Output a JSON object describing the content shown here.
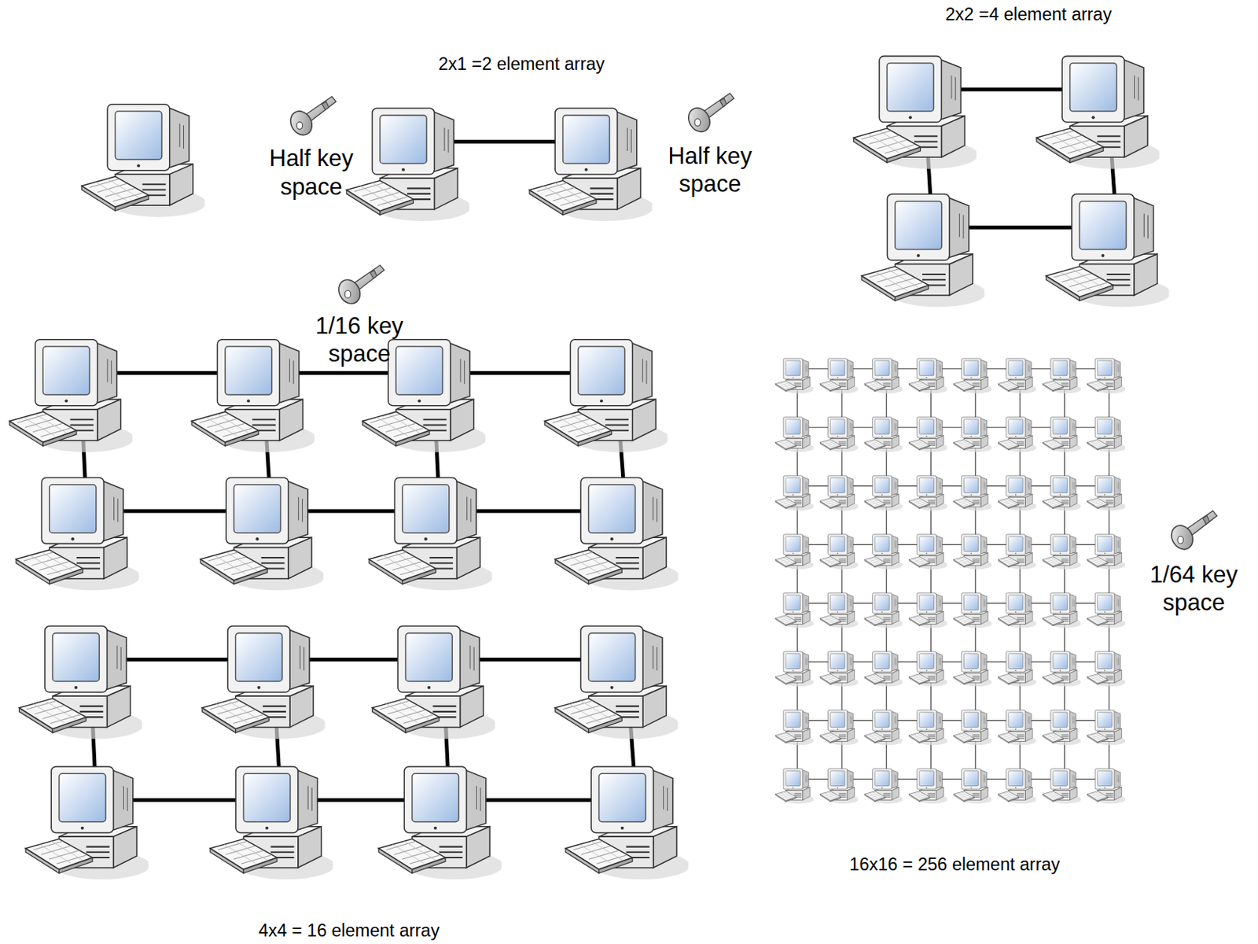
{
  "diagram": {
    "labels": [
      "2x2 =4 element array",
      "2x1 =2 element array",
      "Half key space",
      "Half key space",
      "1/16 key space",
      "1/64 key space",
      "16x16 = 256 element array",
      "4x4 = 16 element array"
    ]
  }
}
